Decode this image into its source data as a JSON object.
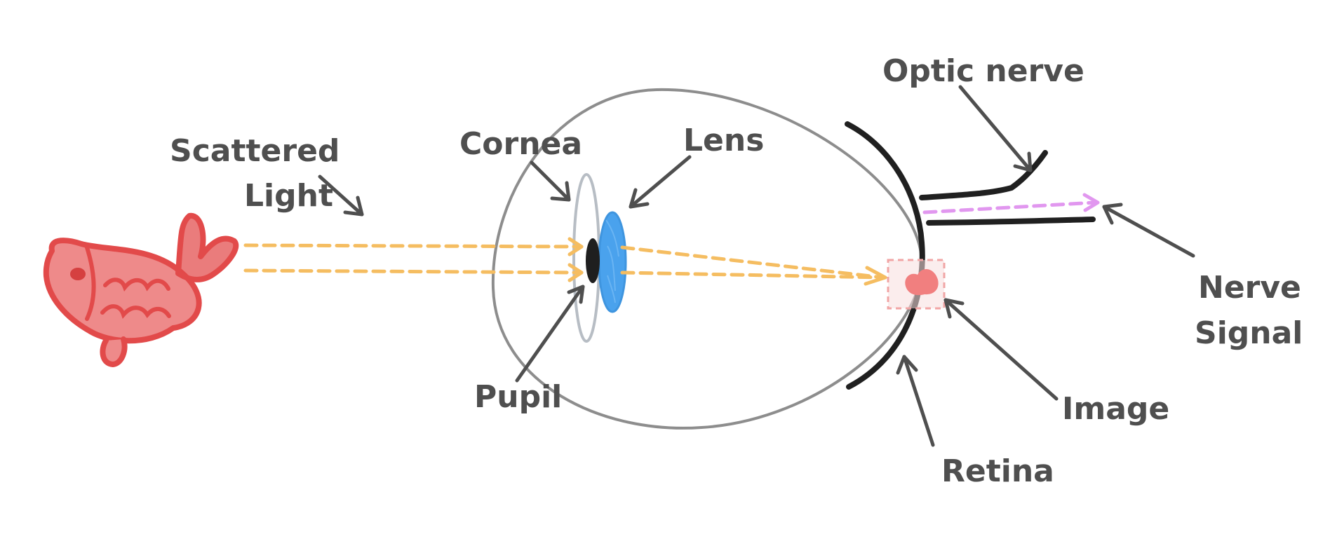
{
  "labels": {
    "scattered_light_line1": "Scattered",
    "scattered_light_line2": "Light",
    "cornea": "Cornea",
    "lens": "Lens",
    "pupil": "Pupil",
    "optic_nerve": "Optic nerve",
    "nerve_signal_line1": "Nerve",
    "nerve_signal_line2": "Signal",
    "image": "Image",
    "retina": "Retina"
  },
  "colors": {
    "label_text": "#4f4f4f",
    "eyeball": "#8d8d8d",
    "cornea": "#b7bdc4",
    "lens": "#4aa2ed",
    "pupil": "#1f1f1f",
    "retina": "#202020",
    "light_rays": "#f5bd61",
    "nerve_signal": "#e197ef",
    "fish": "#e24a4a",
    "image_spot": "#f17f7f"
  },
  "icons": {
    "object": "fish-icon"
  }
}
